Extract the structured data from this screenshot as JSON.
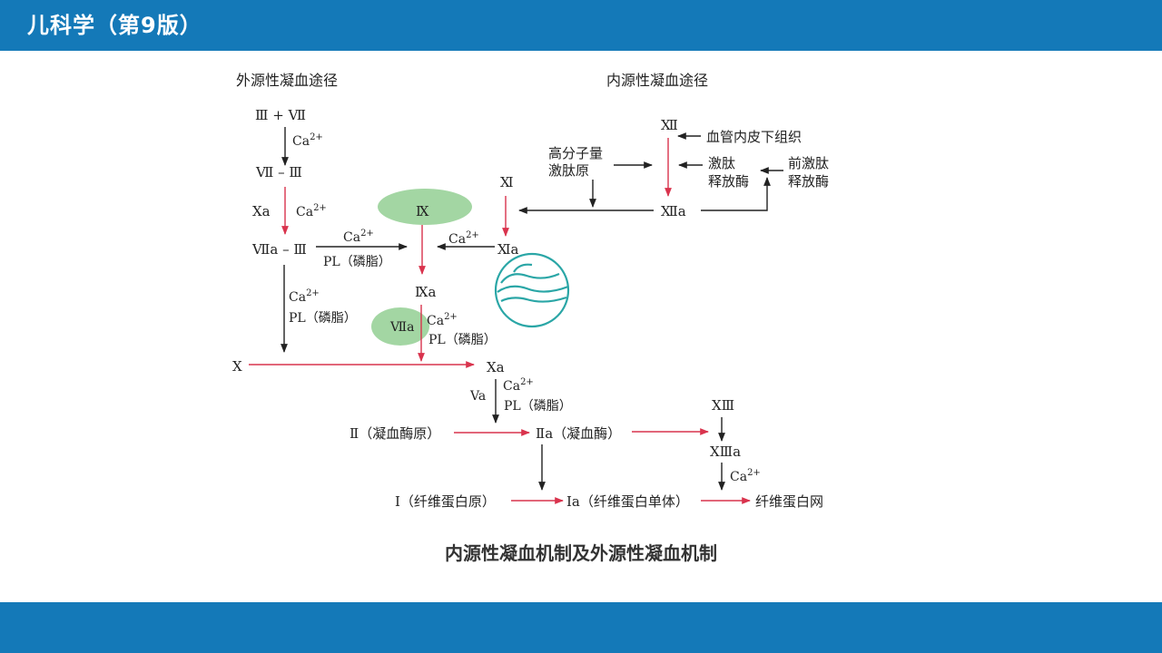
{
  "header": {
    "title": "儿科学（第9版）"
  },
  "caption": "内源性凝血机制及外源性凝血机制",
  "diagram": {
    "ext_pathway": "外源性凝血途径",
    "int_pathway": "内源性凝血途径",
    "iii_plus_vii": "Ⅲ + Ⅶ",
    "vii_iii": "Ⅶ – Ⅲ",
    "viia_iii": "Ⅶa – Ⅲ",
    "xa_left": "Xa",
    "ca2_ext1": "Ca",
    "ca2_ext2": "Ca",
    "ca2_b": "Ca",
    "pl_b": "PL（磷脂）",
    "ca2_c": "Ca",
    "pl_c": "PL（磷脂）",
    "ix": "Ⅸ",
    "ixa": "Ⅸa",
    "viia_oval": "Ⅶa",
    "ca2_d": "Ca",
    "pl_d": "PL（磷脂）",
    "x": "X",
    "xa": "Xa",
    "va": "Va",
    "ca2_e": "Ca",
    "pl_e": "PL（磷脂）",
    "ca2_xia": "Ca",
    "xi": "Ⅺ",
    "xia": "Ⅺa",
    "xii": "Ⅻ",
    "xiia": "Ⅻa",
    "subendo": "血管内皮下组织",
    "hmwk1": "高分子量",
    "hmwk2": "激肽原",
    "kr1": "激肽",
    "kr2": "释放酶",
    "pk1": "前激肽",
    "pk2": "释放酶",
    "ii": "Ⅱ（凝血酶原）",
    "iia": "Ⅱa（凝血酶）",
    "xiii": "ⅩⅢ",
    "xiiia": "ⅩⅢa",
    "ca2_f": "Ca",
    "i": "Ⅰ（纤维蛋白原）",
    "ia": "Ia（纤维蛋白单体）",
    "fibrin": "纤维蛋白网",
    "sup": "2+"
  },
  "colors": {
    "bar": "#1479b8",
    "red_arrow": "#d9334d",
    "oval_green": "#a3d6a3",
    "logo": "#2aa6a6"
  }
}
